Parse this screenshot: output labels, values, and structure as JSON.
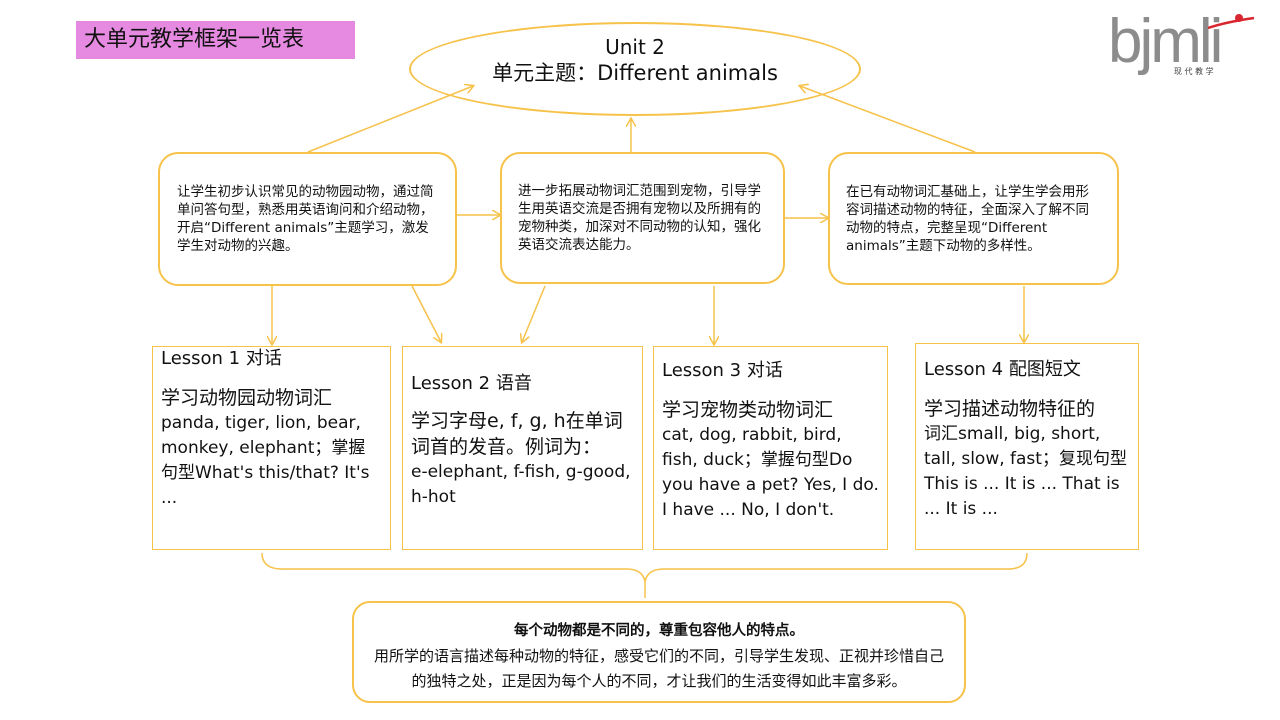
{
  "header": {
    "title": "大单元教学框架一览表"
  },
  "logo": {
    "text": "bjmli",
    "subtitle": "现 代 教 学",
    "color": "#8c8c8c",
    "accent": "#d9262e"
  },
  "unit": {
    "line1": "Unit 2",
    "line2": "单元主题：Different animals"
  },
  "goals": [
    {
      "text": "让学生初步认识常见的动物园动物，通过简单问答句型，熟悉用英语询问和介绍动物，开启“Different animals”主题学习，激发学生对动物的兴趣。"
    },
    {
      "text": "进一步拓展动物词汇范围到宠物，引导学生用英语交流是否拥有宠物以及所拥有的宠物种类，加深对不同动物的认知，强化英语交流表达能力。"
    },
    {
      "text": "在已有动物词汇基础上，让学生学会用形容词描述动物的特征，全面深入了解不同动物的特点，完整呈现“Different animals”主题下动物的多样性。"
    }
  ],
  "lessons": [
    {
      "title": "Lesson 1 对话",
      "subtitle": "学习动物园动物词汇",
      "body": "panda, tiger, lion, bear, monkey, elephant；掌握句型What's this/that? It's ..."
    },
    {
      "title": "Lesson 2 语音",
      "subtitle": "学习字母e, f, g, h在单词词首的发音。例词为：",
      "body": "e-elephant, f-fish, g-good, h-hot"
    },
    {
      "title": "Lesson 3 对话",
      "subtitle": "学习宠物类动物词汇",
      "body": "cat, dog, rabbit, bird, fish, duck；掌握句型Do you have a pet? Yes, I do. I have ... No, I don't."
    },
    {
      "title": "Lesson 4 配图短文",
      "subtitle": "学习描述动物特征的",
      "body": "词汇small, big, short, tall, slow, fast；复现句型This is ... It is ... That is ... It is ..."
    }
  ],
  "summary": {
    "heading": "每个动物都是不同的，尊重包容他人的特点。",
    "body": "用所学的语言描述每种动物的特征，感受它们的不同，引导学生发现、正视并珍惜自己的独特之处，正是因为每个人的不同，才让我们的生活变得如此丰富多彩。"
  },
  "colors": {
    "border": "#f6c24a",
    "title_bg": "#e58ae0"
  }
}
